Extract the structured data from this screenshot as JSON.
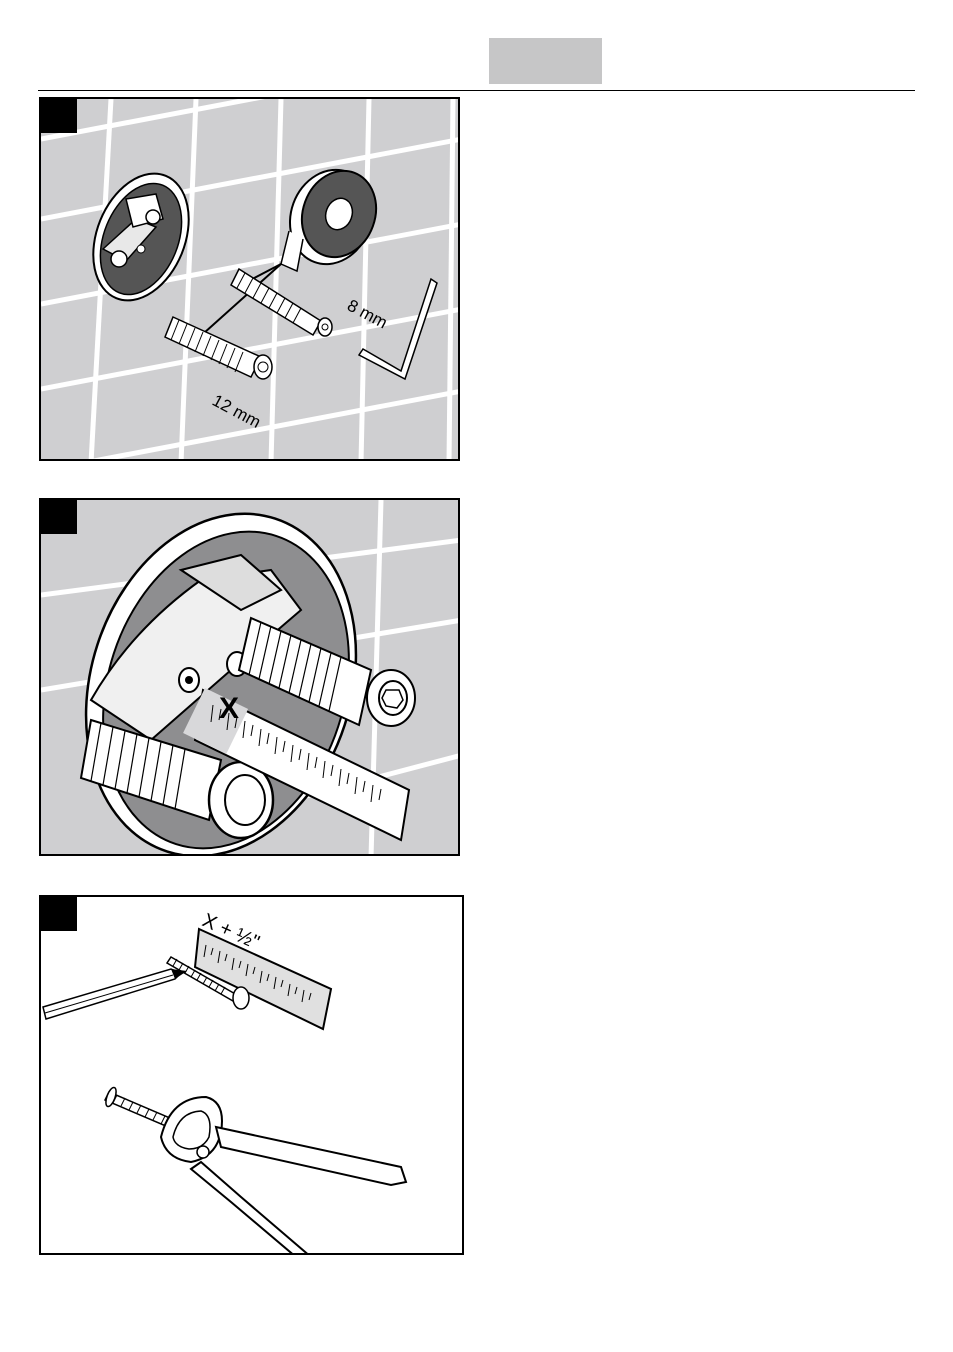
{
  "header": {
    "tab_color": "#c6c6c7"
  },
  "panels": [
    {
      "labels": {
        "tape_size": "8 mm",
        "extension_size": "12 mm"
      },
      "icons": [
        "wall-tiles",
        "valve-body",
        "thread-extension",
        "ptfe-tape-roll",
        "hex-key"
      ]
    },
    {
      "labels": {
        "measure_mark": "X"
      },
      "icons": [
        "valve-body",
        "thread-extension",
        "ruler"
      ]
    },
    {
      "labels": {
        "cut_length": "X + ½\""
      },
      "icons": [
        "ruler",
        "pencil",
        "screw",
        "pliers"
      ]
    }
  ],
  "colors": {
    "tile": "#cfcfd1",
    "grout": "#ffffff",
    "shadow": "#8e8e90",
    "ink": "#000000"
  }
}
